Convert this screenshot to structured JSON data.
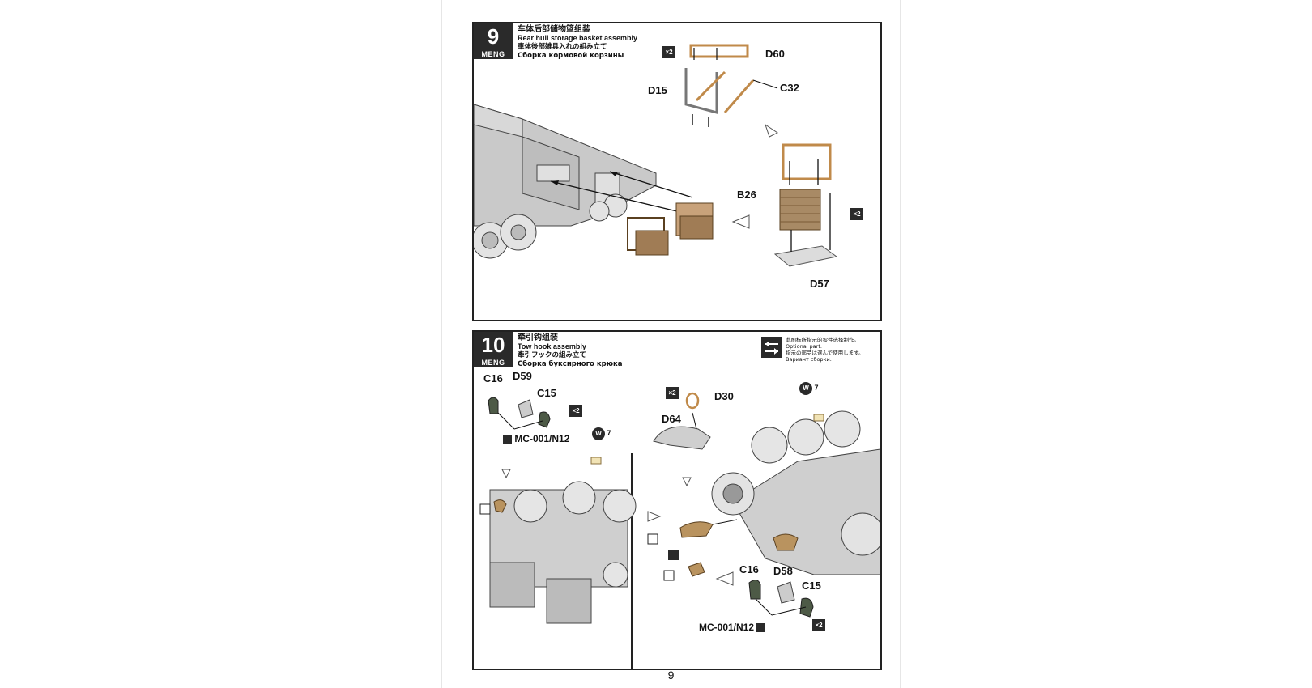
{
  "page_number": "9",
  "brand": "MENG",
  "step9": {
    "number": "9",
    "title_zh": "车体后部储物篮组装",
    "title_en": "Rear hull storage basket assembly",
    "title_ja": "車体後部雑具入れの組み立て",
    "title_ru": "Сборка кормовой корзины",
    "qty_top": "×2",
    "qty_right": "×2",
    "parts": [
      "D60",
      "D15",
      "C32",
      "B26",
      "D57"
    ]
  },
  "step10": {
    "number": "10",
    "title_zh": "牵引钩组装",
    "title_en": "Tow hook assembly",
    "title_ja": "牽引フックの組み立て",
    "title_ru": "Сборка буксирного крюка",
    "optional_zh": "此图标所指示的零件选择制作。",
    "optional_en": "Optional part.",
    "optional_ja": "指示の部品は選んで使用します。",
    "optional_ru": "Вариант сборки.",
    "qty_a": "×2",
    "qty_b": "×2",
    "qty_c": "×2",
    "parts_left": [
      "C16",
      "D59",
      "C15"
    ],
    "parts_mid": [
      "D64",
      "D30"
    ],
    "parts_right": [
      "C16",
      "D58",
      "C15"
    ],
    "paint_ref": "MC-001/N12",
    "paint_ref2": "MC-001/N12",
    "w7": "7",
    "w7b": "7",
    "w_label": "W"
  }
}
